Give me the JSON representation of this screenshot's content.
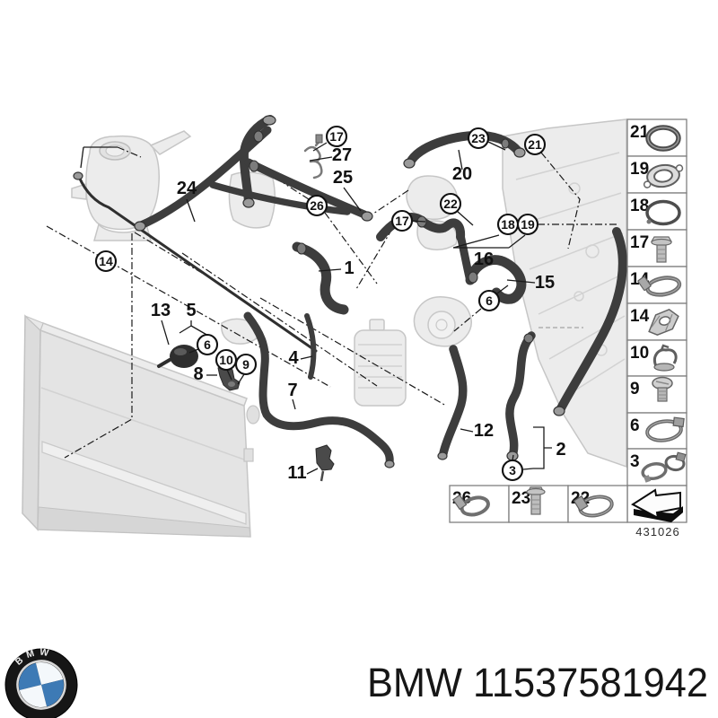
{
  "diagram": {
    "drawing_number": "431026",
    "labels": {
      "plain": [
        {
          "text": "24"
        },
        {
          "text": "27"
        },
        {
          "text": "25"
        },
        {
          "text": "20"
        },
        {
          "text": "16"
        },
        {
          "text": "15"
        },
        {
          "text": "13"
        },
        {
          "text": "5"
        },
        {
          "text": "8"
        },
        {
          "text": "4"
        },
        {
          "text": "7"
        },
        {
          "text": "11"
        },
        {
          "text": "12"
        },
        {
          "text": "2"
        },
        {
          "text": "1"
        }
      ],
      "circled": [
        {
          "text": "17"
        },
        {
          "text": "26"
        },
        {
          "text": "23"
        },
        {
          "text": "21"
        },
        {
          "text": "22"
        },
        {
          "text": "17"
        },
        {
          "text": "18"
        },
        {
          "text": "19"
        },
        {
          "text": "14"
        },
        {
          "text": "6"
        },
        {
          "text": "10"
        },
        {
          "text": "9"
        },
        {
          "text": "6"
        },
        {
          "text": "3"
        }
      ]
    },
    "sidebar": {
      "cells": [
        {
          "number": "21",
          "icon": "o-ring-seal"
        },
        {
          "number": "19",
          "icon": "flange-gasket"
        },
        {
          "number": "18",
          "icon": "o-ring-large"
        },
        {
          "number": "17",
          "icon": "hex-bolt"
        },
        {
          "number": "14",
          "icon": "hose-clamp"
        },
        {
          "number": "14",
          "icon": "holder-clip"
        },
        {
          "number": "10",
          "icon": "spring-clip"
        },
        {
          "number": "9",
          "icon": "expanding-rivet"
        },
        {
          "number": "6",
          "icon": "hose-clamp"
        },
        {
          "number": "3",
          "icon": "hose-clamp-pair"
        },
        {
          "number": "",
          "icon": "direction-arrow"
        }
      ]
    },
    "legend": {
      "cells": [
        {
          "number": "26",
          "icon": "hose-clamp"
        },
        {
          "number": "23",
          "icon": "hex-bolt"
        },
        {
          "number": "22",
          "icon": "hose-clamp"
        }
      ]
    }
  },
  "footer": {
    "caption": "BMW 11537581942",
    "logo_letters": "BMW",
    "logo_blue": "#3d7ab5"
  }
}
